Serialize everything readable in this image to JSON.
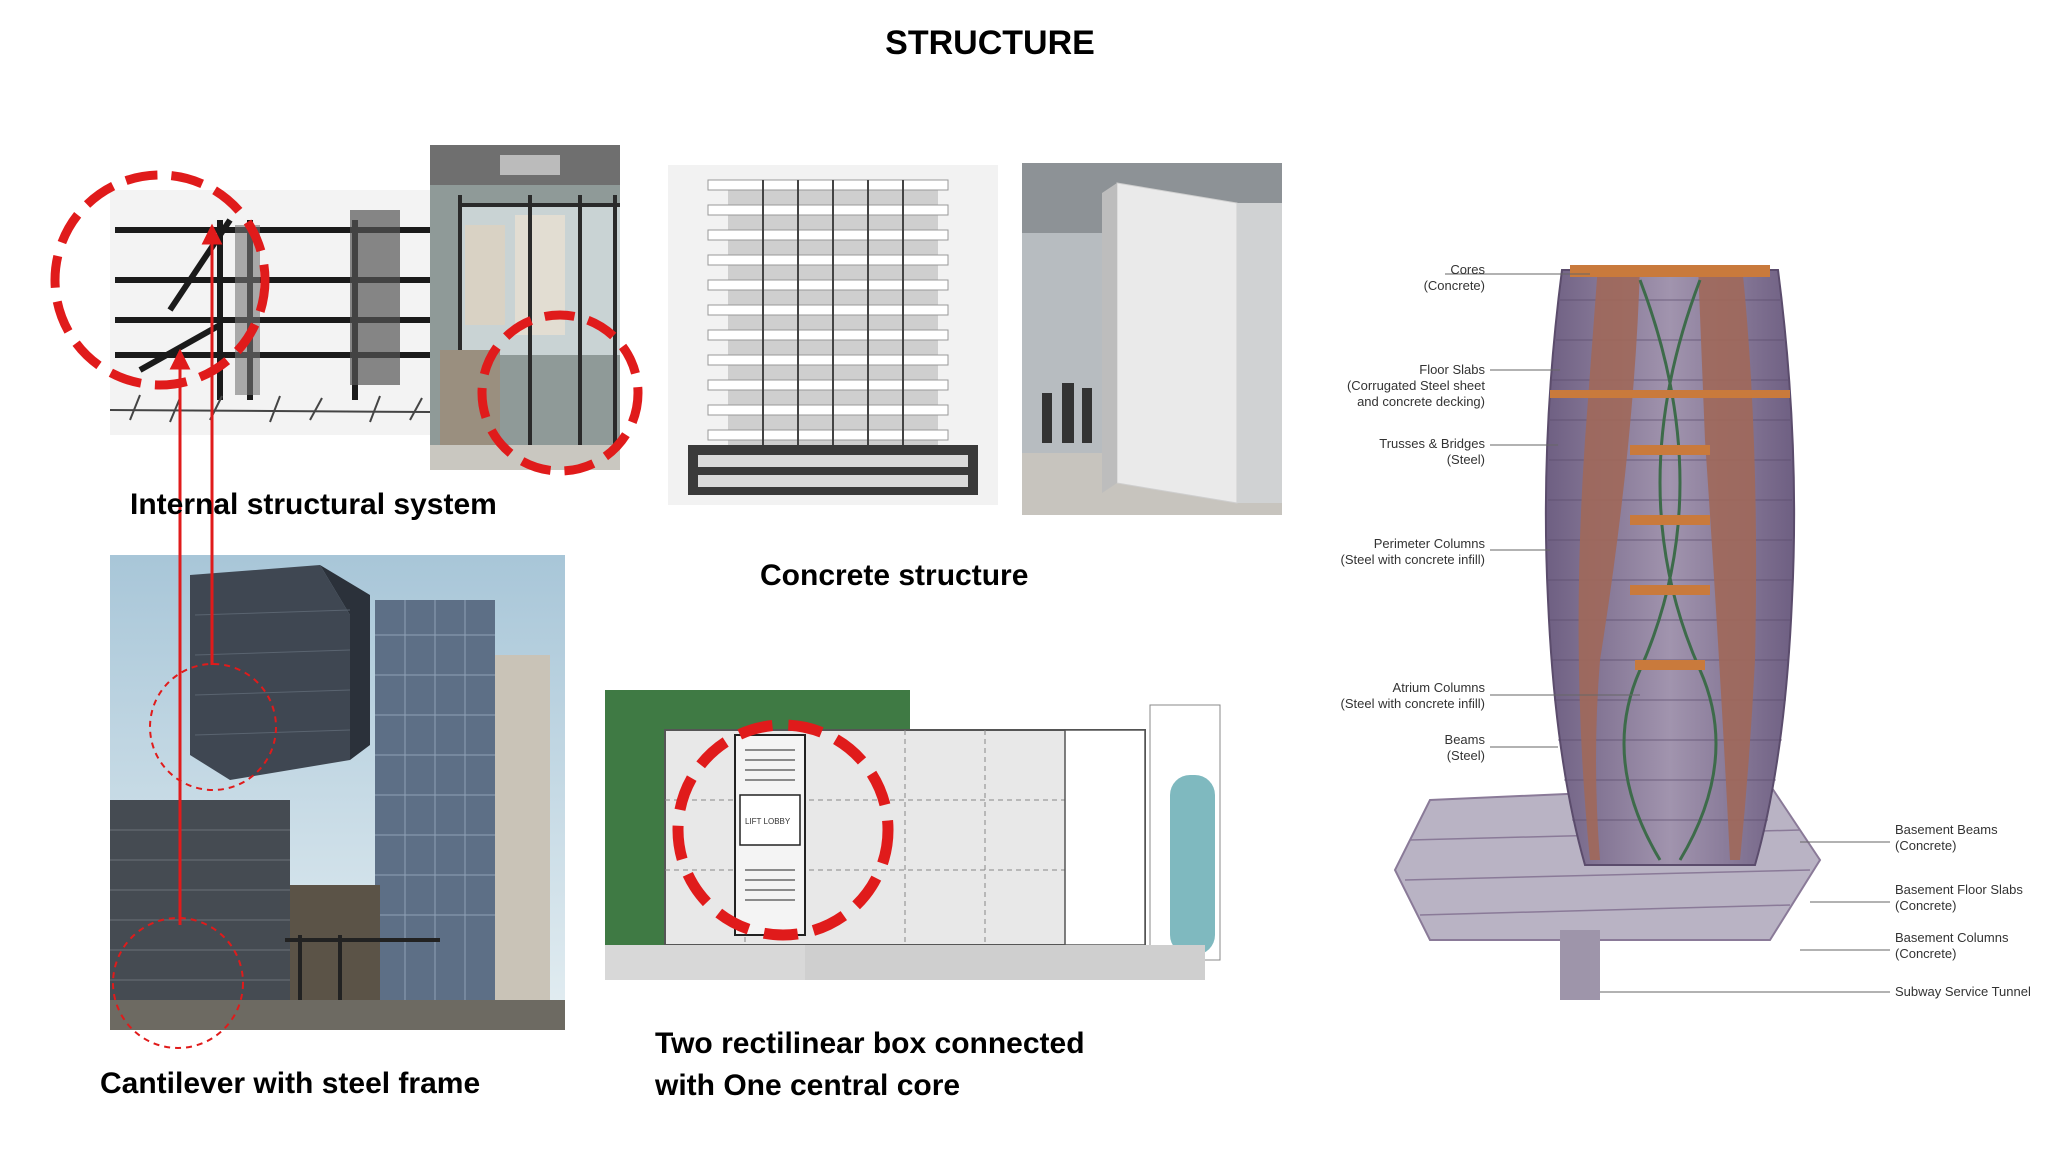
{
  "slide": {
    "title": "STRUCTURE",
    "captions": {
      "internal": "Internal structural system",
      "concrete": "Concrete structure",
      "cantilever": "Cantilever with steel frame",
      "core_line1": "Two rectilinear box connected",
      "core_line2": "with One central core"
    },
    "plan_labels": {
      "lift_lobby": "LIFT LOBBY"
    },
    "tower_diagram": {
      "labels": [
        {
          "name": "Cores",
          "sub": "(Concrete)"
        },
        {
          "name": "Floor Slabs",
          "sub": "(Corrugated Steel sheet",
          "sub2": "and concrete decking)"
        },
        {
          "name": "Trusses & Bridges",
          "sub": "(Steel)"
        },
        {
          "name": "Perimeter Columns",
          "sub": "(Steel with concrete infill)"
        },
        {
          "name": "Atrium Columns",
          "sub": "(Steel with concrete infill)"
        },
        {
          "name": "Beams",
          "sub": "(Steel)"
        },
        {
          "name": "Basement Beams",
          "sub": "(Concrete)"
        },
        {
          "name": "Basement Floor Slabs",
          "sub": "(Concrete)"
        },
        {
          "name": "Basement Columns",
          "sub": "(Concrete)"
        },
        {
          "name": "Subway Service Tunnel",
          "sub": ""
        }
      ]
    },
    "colors": {
      "highlight": "#e01b1b",
      "tower_purple": "#8a7a98",
      "core_brown": "#a0685a",
      "truss_orange": "#c97a3c",
      "plan_green": "#3f7a44",
      "water_teal": "#7fb9bf"
    }
  }
}
